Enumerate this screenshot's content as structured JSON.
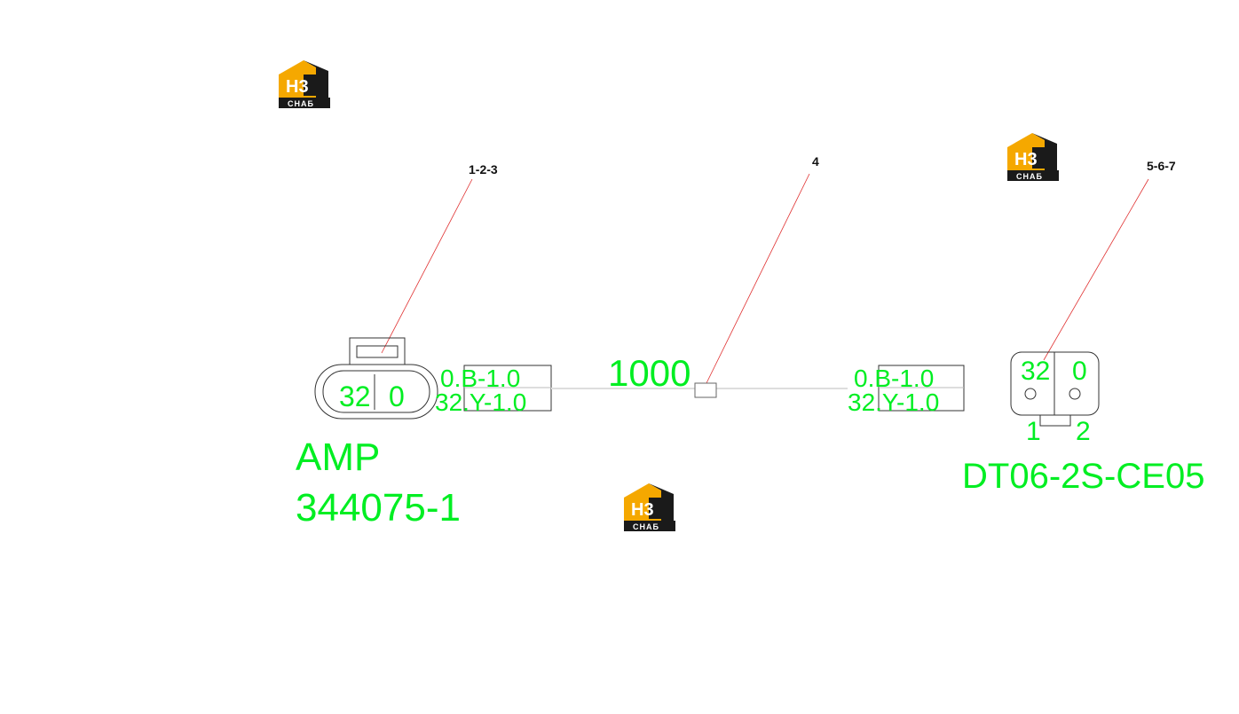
{
  "logo": {
    "main": "H3",
    "sub": "СНАБ"
  },
  "callouts": {
    "left": "1-2-3",
    "middle": "4",
    "right": "5-6-7"
  },
  "left_connector": {
    "pin_a": "32",
    "pin_b": "0",
    "name_line1": "AMP",
    "name_line2": "344075-1"
  },
  "wires_left": {
    "wire1": "0.B-1.0",
    "wire2": "32.Y-1.0"
  },
  "length": "1000",
  "wires_right": {
    "wire1": "0.B-1.0",
    "wire2": "32.Y-1.0"
  },
  "right_connector": {
    "pin_a": "32",
    "pin_b": "0",
    "pos_1": "1",
    "pos_2": "2",
    "name": "DT06-2S-CE05"
  },
  "colors": {
    "label_green": "#00ee22",
    "leader_red": "#e03030",
    "outline": "#333333",
    "logo_orange": "#f5a800",
    "logo_dark": "#1a1a1a"
  }
}
